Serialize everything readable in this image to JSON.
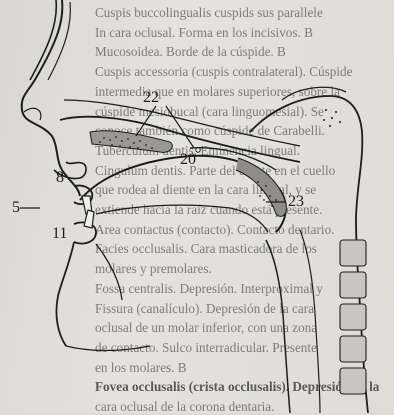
{
  "text_lines": [
    "Cuspis buccolingualis cuspids sus parallele",
    "In cara oclusal. Forma en los incisivos. B",
    "Mucosoidea. Borde de la cúspide. B",
    "Cuspis accessoria (cuspis contralateral). Cúspide",
    "intermedia que en molares superiores, sobre la",
    "cúspide mesiobucal (cara linguomesial). Se",
    "conoce también como cúspide de Carabelli.",
    "Tuberculum dentis. Eminencia lingual.",
    "Cingulum dentis. Parte del diente en el cuello",
    "que rodea al diente en la cara lingual, y se",
    "extiende hacia la raíz cuando está presente.",
    "Area contactus (contacto). Contacto dentario.",
    "Facies occlusalis. Cara masticadora de los",
    "molares y premolares.",
    "Fossa centralis. Depresión. Interproximal y",
    "Fissura (canalículo). Depresión de la cara",
    "oclusal de un molar inferior, con una zona",
    "de contacto. Sulco interradicular. Presente",
    "en los molares. B",
    "Fovea occlusalis (crista occlusalis). Depresión de la",
    "cara oclusal de la corona dentaria."
  ],
  "bold_lines": [
    19
  ],
  "labels": {
    "l5": "5",
    "l8": "8",
    "l11": "11",
    "l20": "20",
    "l22": "22",
    "l23": "23"
  },
  "colors": {
    "ink": "#1d1d1d",
    "paper": "#e0ded9"
  }
}
